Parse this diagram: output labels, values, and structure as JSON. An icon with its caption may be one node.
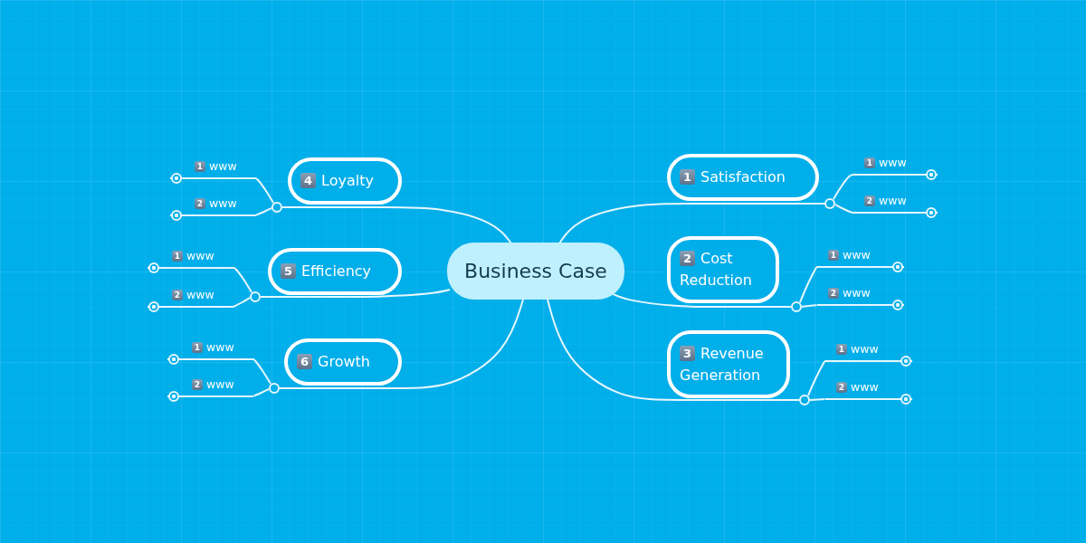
{
  "diagram": {
    "nodes": [
      {
        "text": [
          "Business Case"
        ]
      },
      {
        "text": [
          "1",
          "Satisfaction"
        ]
      },
      {
        "text": [],
        "shape": "circle"
      },
      {
        "text": [
          "1",
          "www"
        ]
      },
      {
        "text": [
          "2",
          "www"
        ]
      },
      {
        "text": [
          "2",
          "Cost Reduction"
        ]
      },
      {
        "text": [],
        "shape": "circle"
      },
      {
        "text": [
          "1",
          "www"
        ]
      },
      {
        "text": [
          "2",
          "www"
        ]
      },
      {
        "text": [
          "3",
          "Revenue Generation"
        ]
      },
      {
        "text": [],
        "shape": "circle"
      },
      {
        "text": [
          "1",
          "www"
        ]
      },
      {
        "text": [
          "2",
          "www"
        ]
      },
      {
        "text": [
          "4",
          "Loyalty"
        ]
      },
      {
        "text": [],
        "shape": "circle"
      },
      {
        "text": [
          "1",
          "www"
        ]
      },
      {
        "text": [
          "2",
          "www"
        ]
      },
      {
        "text": [
          "5",
          "Efficiency"
        ]
      },
      {
        "text": [],
        "shape": "circle"
      },
      {
        "text": [
          "1",
          "www"
        ]
      },
      {
        "text": [
          "2",
          "www"
        ]
      },
      {
        "text": [
          "6",
          "Growth"
        ]
      },
      {
        "text": [],
        "shape": "circle"
      },
      {
        "text": [
          "1",
          "www"
        ]
      },
      {
        "text": [
          "2",
          "www"
        ]
      }
    ],
    "edges": [
      {
        "from": 0,
        "to": 2,
        "arrow": "none"
      },
      {
        "from": 2,
        "to": 3,
        "arrow": "none"
      },
      {
        "from": 2,
        "to": 4,
        "arrow": "none"
      },
      {
        "from": 0,
        "to": 6,
        "arrow": "none"
      },
      {
        "from": 6,
        "to": 7,
        "arrow": "none"
      },
      {
        "from": 6,
        "to": 8,
        "arrow": "none"
      },
      {
        "from": 0,
        "to": 10,
        "arrow": "none"
      },
      {
        "from": 10,
        "to": 11,
        "arrow": "none"
      },
      {
        "from": 10,
        "to": 12,
        "arrow": "none"
      },
      {
        "from": 0,
        "to": 14,
        "arrow": "none"
      },
      {
        "from": 14,
        "to": 15,
        "arrow": "none"
      },
      {
        "from": 14,
        "to": 16,
        "arrow": "none"
      },
      {
        "from": 0,
        "to": 18,
        "arrow": "none"
      },
      {
        "from": 18,
        "to": 19,
        "arrow": "none"
      },
      {
        "from": 18,
        "to": 20,
        "arrow": "none"
      },
      {
        "from": 0,
        "to": 22,
        "arrow": "none"
      },
      {
        "from": 22,
        "to": 23,
        "arrow": "none"
      },
      {
        "from": 22,
        "to": 24,
        "arrow": "none"
      }
    ]
  }
}
